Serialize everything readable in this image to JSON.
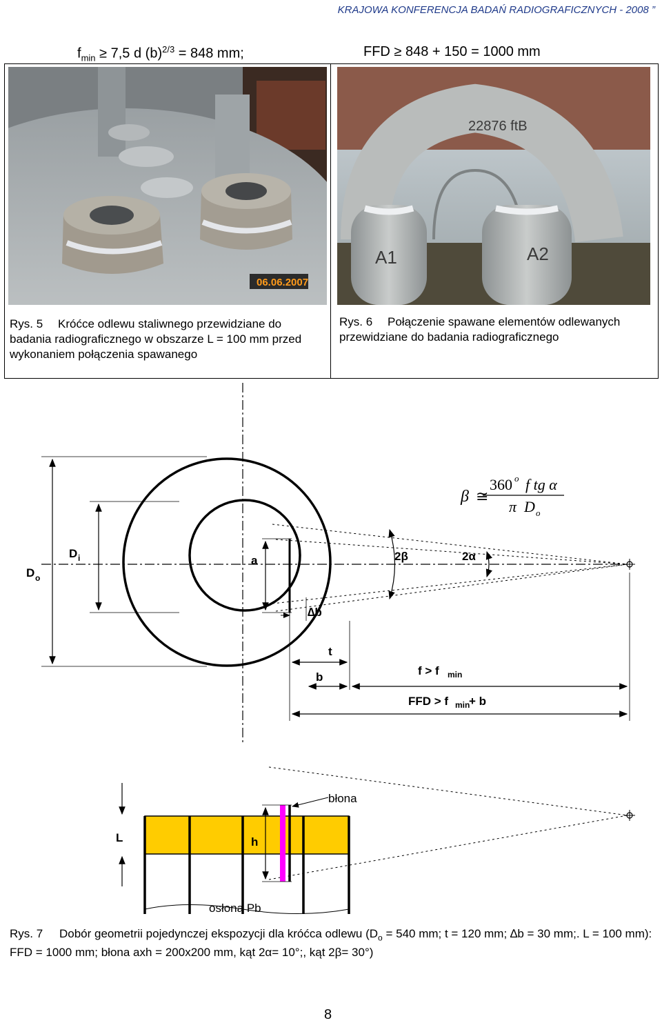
{
  "header": {
    "title": "KRAJOWA KONFERENCJA BADAŃ RADIOGRAFICZNYCH - 2008 ”"
  },
  "formulas": {
    "left": {
      "f": "f",
      "sub": "min",
      "rel": "≥",
      "mid": "7,5 d (b)",
      "sup": "2/3",
      "end": "= 848 mm;"
    },
    "right": {
      "a": "FFD",
      "rel": "≥",
      "b": "848 + 150 = 1000 mm"
    }
  },
  "figures": {
    "fig5": {
      "photo_date": "06.06.2007",
      "rys": "Rys. 5",
      "caption": "Króćce odlewu staliwnego przewidziane do badania radiograficznego w obszarze L = 100 mm przed wykonaniem połączenia spawanego"
    },
    "fig6": {
      "photo_marks": [
        "22876 ftB",
        "A1",
        "A2"
      ],
      "rys": "Rys. 6",
      "caption": "Połączenie spawane elementów odlewanych przewidziane do badania radiograficznego"
    }
  },
  "diagram": {
    "formula": {
      "beta": "β",
      "approx": "≅",
      "num": "360",
      "deg": "o",
      "num_rest": "f tg α",
      "den_pi": "π",
      "den_D": "D",
      "den_sub": "o"
    },
    "labels": {
      "Do": "D",
      "Do_sub": "o",
      "Di": "D",
      "Di_sub": "i",
      "a": "a",
      "two_beta": "2β",
      "two_alpha": "2α",
      "delta_b": "∆b",
      "t": "t",
      "b": "b",
      "f_rel": "f > f",
      "f_sub": "min",
      "ffd_rel": "FFD > f",
      "ffd_sub": "min",
      "ffd_end": " + b",
      "film": "błona",
      "L": "L",
      "h": "h",
      "shield": "osłona Pb"
    },
    "colors": {
      "film": "#ff00ff",
      "casting": "#ffcc00"
    }
  },
  "caption7": {
    "rys": "Rys. 7",
    "text": "Dobór geometrii pojedynczej ekspozycji dla króćca odlewu (D",
    "sub": "o",
    "text2": " = 540 mm; t = 120 mm; ∆b = 30 mm;. L = 100 mm): FFD = 1000 mm; błona axh = 200x200 mm, kąt 2α= 10°;, kąt 2β= 30°)"
  },
  "page_number": "8"
}
